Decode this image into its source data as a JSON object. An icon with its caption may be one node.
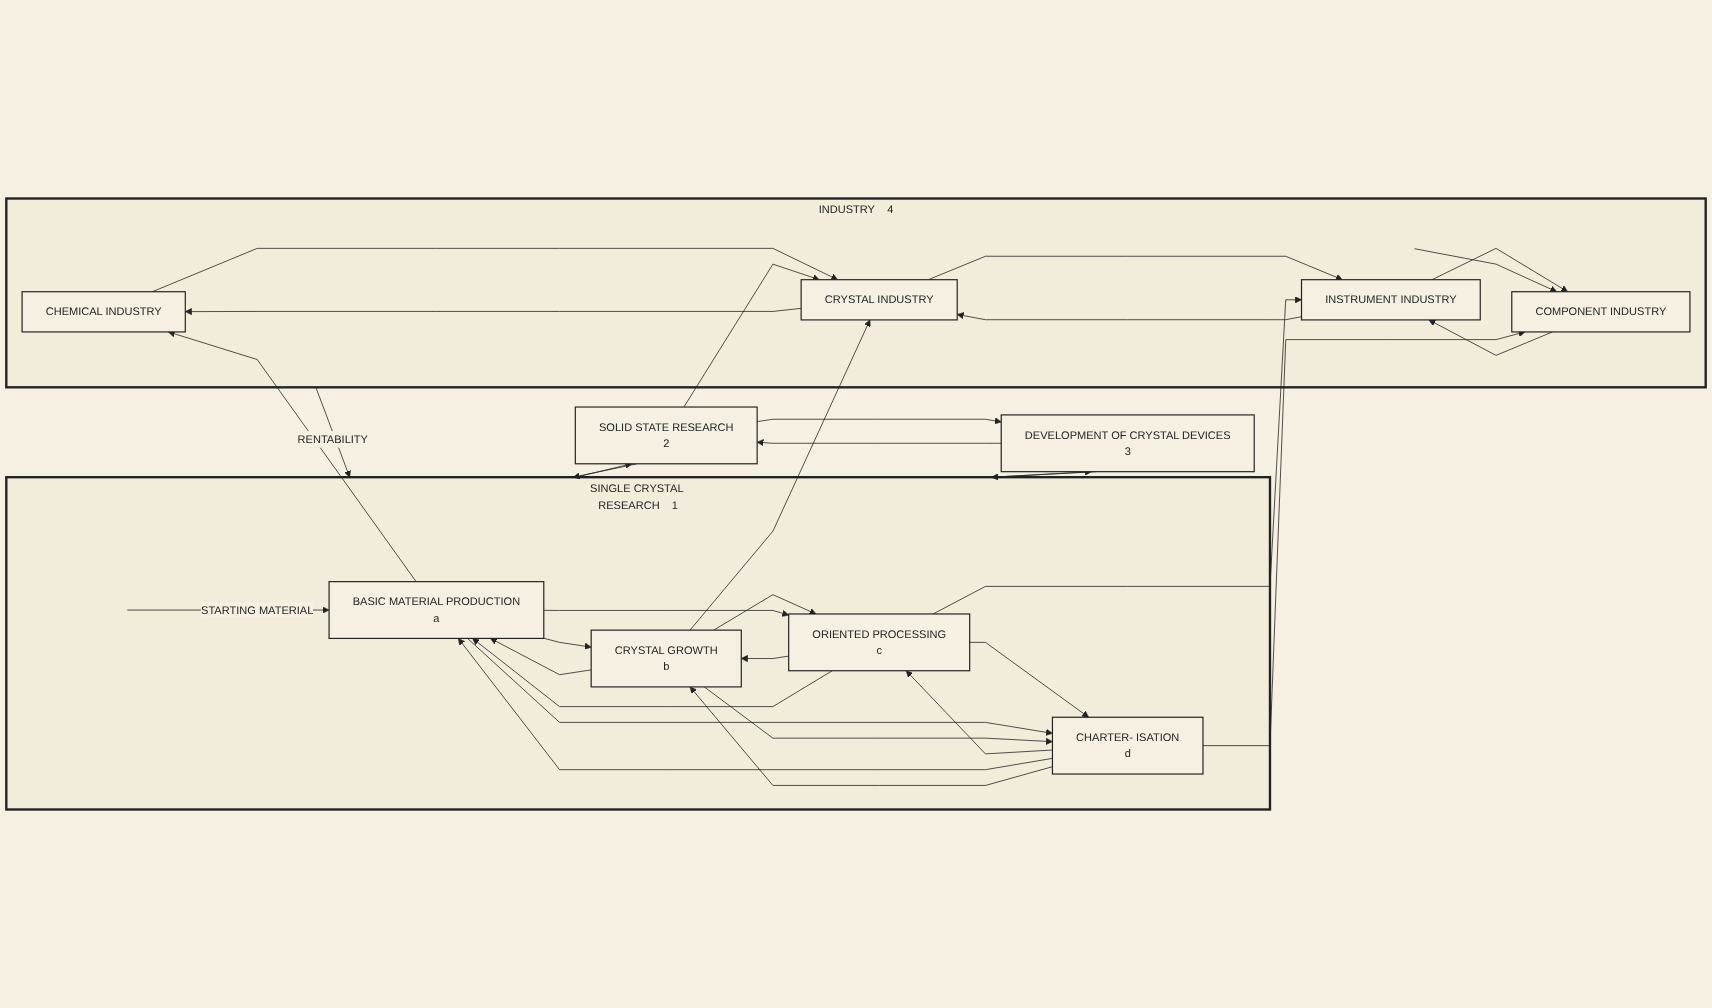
{
  "diagram": {
    "nodes": [
      {
        "text": [
          "INDUSTRY",
          "4"
        ]
      },
      {
        "text": [
          "CHEMICAL INDUSTRY"
        ],
        "in": 0
      },
      {
        "text": [
          "CRYSTAL INDUSTRY"
        ],
        "in": 0
      },
      {
        "text": [
          "INSTRUMENT INDUSTRY"
        ],
        "in": 0
      },
      {
        "text": [
          "COMPONENT INDUSTRY"
        ],
        "in": 0
      },
      {
        "text": [
          "SINGLE CRYSTAL RESEARCH",
          "1"
        ]
      },
      {
        "text": [
          "BASIC MATERIAL PRODUCTION",
          "a"
        ],
        "in": 5
      },
      {
        "text": [
          "CRYSTAL GROWTH",
          "b"
        ],
        "in": 5
      },
      {
        "text": [
          "ORIENTED PROCESSING",
          "c"
        ],
        "in": 5
      },
      {
        "text": [
          "CHARTER- ISATION",
          "d"
        ],
        "in": 5
      },
      {
        "text": [
          "SOLID STATE RESEARCH",
          "2"
        ]
      },
      {
        "text": [
          "DEVELOPMENT OF CRYSTAL DEVICES",
          "3"
        ]
      }
    ],
    "edges": [
      {
        "from": 1,
        "to": 2,
        "arrow": "to"
      },
      {
        "from": 2,
        "to": 1,
        "arrow": "to"
      },
      {
        "from": 2,
        "to": 3,
        "arrow": "to"
      },
      {
        "from": 3,
        "to": 2,
        "arrow": "to"
      },
      {
        "from": 3,
        "to": 4,
        "arrow": "to"
      },
      {
        "from": 4,
        "to": 3,
        "arrow": "to"
      },
      {
        "from": null,
        "to": 4,
        "arrow": "to"
      },
      {
        "from": 0,
        "to": 5,
        "label": "RENTABILITY",
        "arrow": "to"
      },
      {
        "from": null,
        "to": 6,
        "label": "STARTING MATERIAL",
        "arrow": "to"
      },
      {
        "from": 6,
        "to": 7,
        "arrow": "to"
      },
      {
        "from": 7,
        "to": 6,
        "arrow": "to"
      },
      {
        "from": 7,
        "to": 8,
        "arrow": "to"
      },
      {
        "from": 8,
        "to": 7,
        "arrow": "to"
      },
      {
        "from": 8,
        "to": 9,
        "arrow": "to"
      },
      {
        "from": 9,
        "to": 8,
        "arrow": "to"
      },
      {
        "from": 6,
        "to": 1,
        "arrow": "to"
      },
      {
        "from": 7,
        "to": 2,
        "arrow": "to"
      },
      {
        "from": 8,
        "to": 3,
        "arrow": "to"
      },
      {
        "from": 9,
        "to": 4,
        "arrow": "to"
      },
      {
        "from": 10,
        "to": 2,
        "arrow": "to"
      },
      {
        "from": 6,
        "to": 8,
        "arrow": "to"
      },
      {
        "from": 6,
        "to": 9,
        "arrow": "to"
      },
      {
        "from": 7,
        "to": 9,
        "arrow": "to"
      },
      {
        "from": 8,
        "to": 6,
        "arrow": "to"
      },
      {
        "from": 9,
        "to": 6,
        "arrow": "to"
      },
      {
        "from": 9,
        "to": 7,
        "arrow": "to"
      },
      {
        "from": 10,
        "to": 5,
        "arrow": "to"
      },
      {
        "from": 5,
        "to": 10,
        "arrow": "to"
      },
      {
        "from": 5,
        "to": 11,
        "arrow": "to"
      },
      {
        "from": 11,
        "to": 5,
        "arrow": "to"
      },
      {
        "from": 10,
        "to": 11,
        "arrow": "to"
      },
      {
        "from": 11,
        "to": 10,
        "arrow": "to"
      }
    ]
  }
}
